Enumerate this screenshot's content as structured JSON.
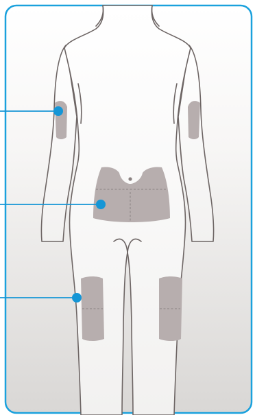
{
  "colors": {
    "frame": "#1aa1dd",
    "marker": "#1596d6",
    "body_outline": "#6d6564",
    "site_fill": "#b7aeae",
    "background_top": "#ffffff",
    "background_bottom": "#dad8d6",
    "body_fill": "#ffffff"
  },
  "markers": [
    {
      "site": "upper-arm",
      "icon": "marker-dot"
    },
    {
      "site": "abdomen",
      "icon": "marker-dot"
    },
    {
      "site": "thigh",
      "icon": "marker-dot"
    }
  ],
  "injection_sites": [
    "upper-arm-left",
    "upper-arm-right",
    "abdomen",
    "thigh-left",
    "thigh-right"
  ]
}
